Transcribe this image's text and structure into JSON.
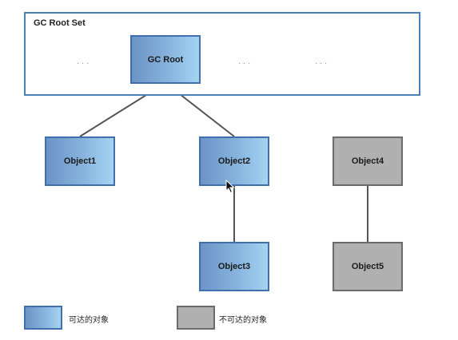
{
  "root_set": {
    "title": "GC Root Set",
    "dots": [
      "...",
      "...",
      "..."
    ]
  },
  "nodes": {
    "gc_root": "GC Root",
    "object1": "Object1",
    "object2": "Object2",
    "object3": "Object3",
    "object4": "Object4",
    "object5": "Object5"
  },
  "legend": {
    "reachable_label": "可达的对象",
    "unreachable_label": "不可达的对象"
  },
  "colors": {
    "reachable_fill": "#87b4de",
    "reachable_border": "#3f6fae",
    "unreachable_fill": "#b0b0b0",
    "unreachable_border": "#6b6b6b",
    "edge": "#555555"
  },
  "edges": [
    {
      "from": "GC Root",
      "to": "Object1"
    },
    {
      "from": "GC Root",
      "to": "Object2"
    },
    {
      "from": "Object2",
      "to": "Object3"
    },
    {
      "from": "Object4",
      "to": "Object5"
    }
  ]
}
